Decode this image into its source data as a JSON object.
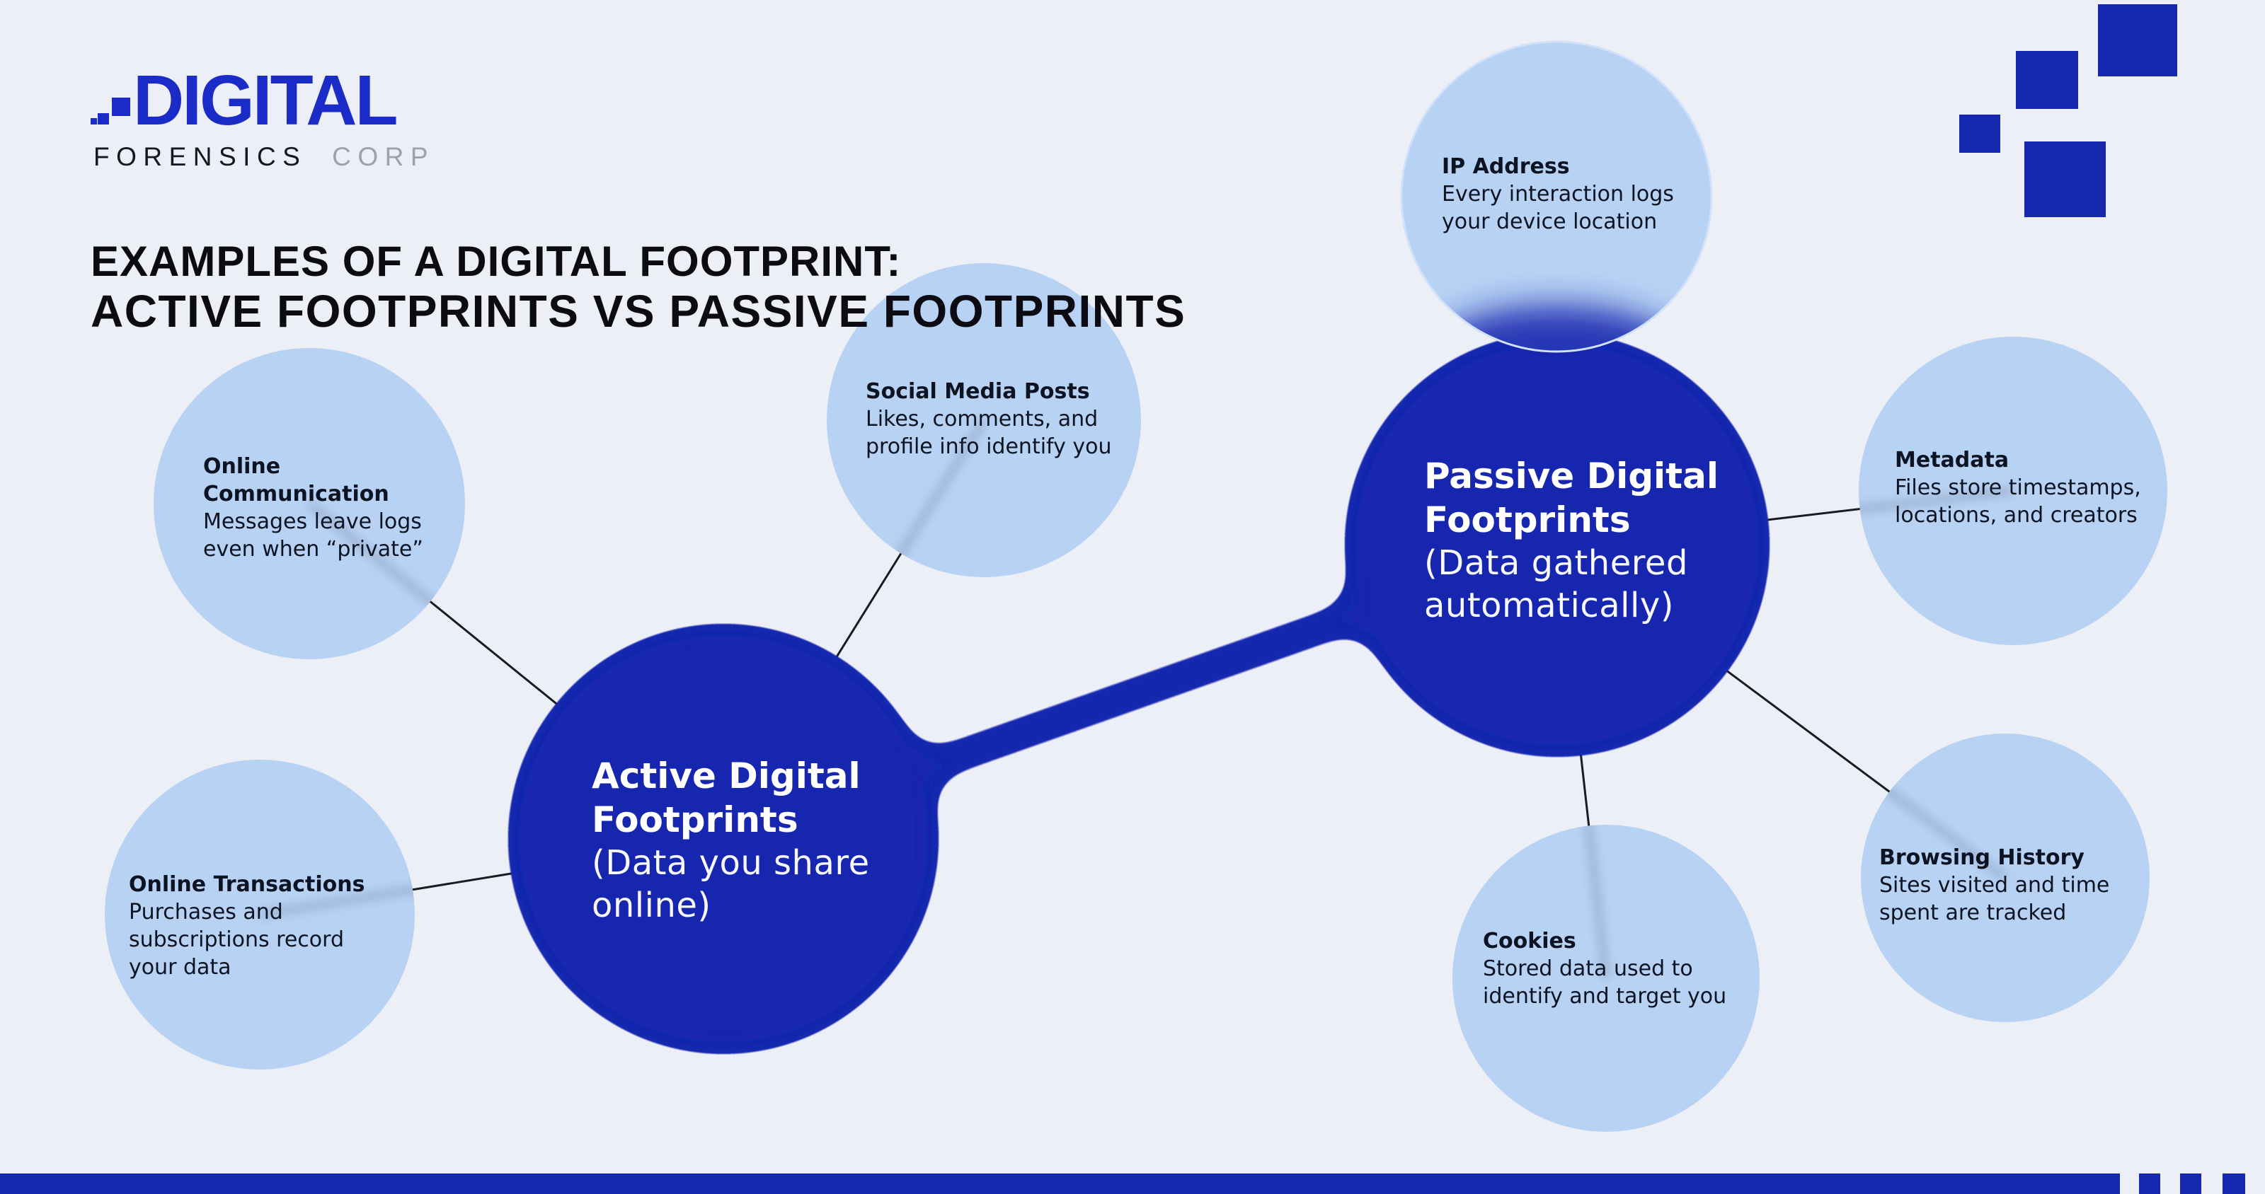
{
  "logo": {
    "brand": "DIGITAL",
    "line2_left": "FORENSICS",
    "line2_right": "CORP"
  },
  "heading": {
    "line1": "EXAMPLES OF A DIGITAL FOOTPRINT:",
    "line2": "ACTIVE FOOTPRINTS VS PASSIVE FOOTPRINTS"
  },
  "hubs": {
    "active": {
      "title": "Active Digital Footprints",
      "subtitle": "(Data you share online)"
    },
    "passive": {
      "title": "Passive Digital Footprints",
      "subtitle": "(Data gathered automatically)"
    }
  },
  "satellites": {
    "online_communication": {
      "title": "Online Communication",
      "body": "Messages leave logs even when “private”"
    },
    "social_media_posts": {
      "title": "Social Media Posts",
      "body": "Likes, comments, and profile info identify you"
    },
    "online_transactions": {
      "title": "Online Transactions",
      "body": "Purchases and subscriptions record your data"
    },
    "ip_address": {
      "title": "IP Address",
      "body": "Every interaction logs your device location"
    },
    "metadata": {
      "title": "Metadata",
      "body": "Files store timestamps, locations, and creators"
    },
    "browsing_history": {
      "title": "Browsing History",
      "body": "Sites visited and time spent are tracked"
    },
    "cookies": {
      "title": "Cookies",
      "body": "Stored data used to identify and target you"
    }
  },
  "colors": {
    "background": "#EDEFF7",
    "brand_blue": "#1427AE",
    "logo_blue": "#1B2BC7",
    "light_blue": "#B8D2F4",
    "text_dark": "#0C1322",
    "corp_gray": "#9AA2AC",
    "hub_text": "#FFFFFF",
    "connector_line": "#1A1A22"
  }
}
